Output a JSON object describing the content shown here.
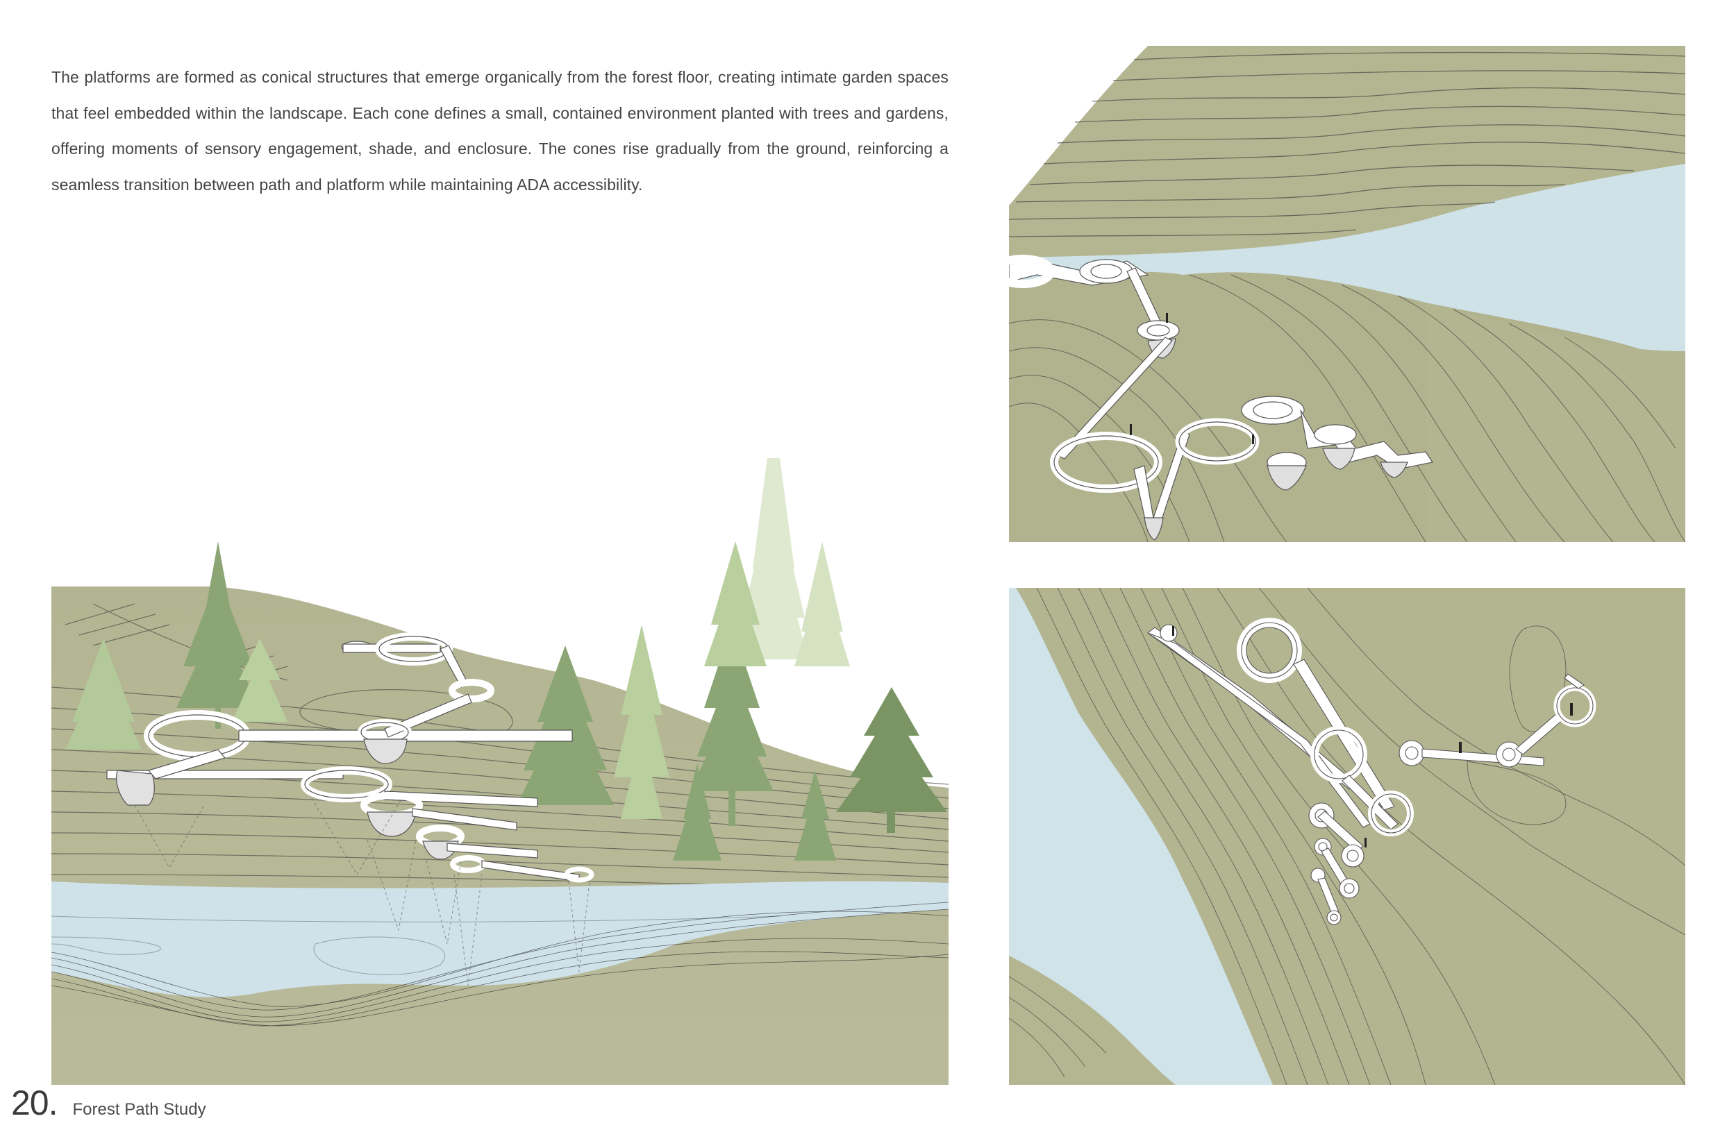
{
  "intro": {
    "paragraph": "The platforms are formed as conical structures that emerge organically from the forest floor, creating intimate garden spaces that feel embedded within the landscape. Each cone defines a small, contained environment planted with trees and gardens, offering moments of sensory engagement, shade, and enclosure. The cones rise gradually from the ground, reinforcing a seamless transition between path and platform while maintaining ADA accessibility."
  },
  "footer": {
    "page_number": "20.",
    "title": "Forest Path Study"
  },
  "figures": [
    {
      "id": "perspective-section",
      "description": "Perspective view of hillside with conical garden platforms, evergreen trees and river"
    },
    {
      "id": "aerial-oblique",
      "description": "Oblique aerial view of winding boardwalk and cone platforms above river"
    },
    {
      "id": "aerial-plan",
      "description": "Plan-oblique view of looping path with circular cone platforms along riverbank"
    }
  ],
  "colors": {
    "terrain": "#b4b694",
    "terrain_dark": "#a8ab86",
    "water": "#cfe2e8",
    "tree_dark": "#7f9868",
    "tree_mid": "#96b07c",
    "tree_light": "#b8cc9c",
    "tree_pale": "#d9e6c6",
    "path": "#ffffff",
    "path_shadow": "#dcdcdc",
    "contour": "#4a4a44"
  }
}
